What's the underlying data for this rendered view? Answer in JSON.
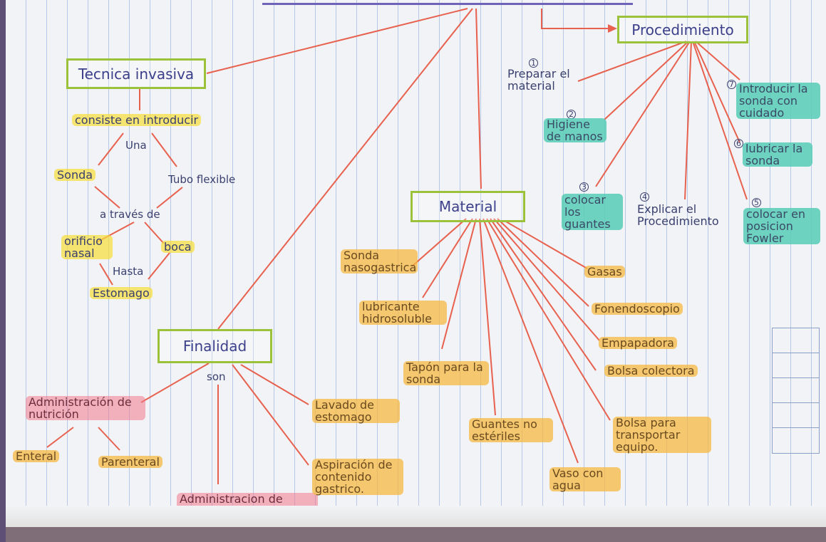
{
  "top": {
    "partial_title": "PLEITH DE"
  },
  "nodes": {
    "tecnica": {
      "label": "Tecnica invasiva"
    },
    "material": {
      "label": "Material"
    },
    "procedimiento": {
      "label": "Procedimiento"
    },
    "finalidad": {
      "label": "Finalidad"
    }
  },
  "tecnica_branch": {
    "consiste": "consiste en introducir",
    "una": "Una",
    "sonda": "Sonda",
    "tubo": "Tubo flexible",
    "a_traves": "a través de",
    "orificio": "orificio nasal",
    "boca": "boca",
    "hasta": "Hasta",
    "estomago": "Estomago"
  },
  "material_items": [
    {
      "label": "Sonda nasogastrica"
    },
    {
      "label": "lubricante hidrosoluble"
    },
    {
      "label": "Tapón para la sonda"
    },
    {
      "label": "Guantes no estériles"
    },
    {
      "label": "Vaso con agua"
    },
    {
      "label": "Bolsa para transportar equipo."
    },
    {
      "label": "Bolsa colectora"
    },
    {
      "label": "Empapadora"
    },
    {
      "label": "Fonendoscopio"
    },
    {
      "label": "Gasas"
    }
  ],
  "procedimiento_steps": [
    {
      "num": "1",
      "label": "Preparar el material"
    },
    {
      "num": "2",
      "label": "Higiene de manos"
    },
    {
      "num": "3",
      "label": "colocar los guantes"
    },
    {
      "num": "4",
      "label": "Explicar el Procedimiento"
    },
    {
      "num": "5",
      "label": "colocar en posicion Fowler"
    },
    {
      "num": "6",
      "label": "lubricar la sonda"
    },
    {
      "num": "7",
      "label": "Introducir la sonda con cuidado"
    }
  ],
  "finalidad_branch": {
    "son": "son",
    "nutricion": "Administración de nutrición",
    "enteral": "Enteral",
    "parenteral": "Parenteral",
    "medicamentos": "Administracion de medicamentos",
    "aspiracion": "Aspiración de contenido gastrico.",
    "lavado": "Lavado de estomago"
  },
  "colors": {
    "line": "#e8614f",
    "box_border": "#9bc23a",
    "ink": "#3a3f6e"
  }
}
